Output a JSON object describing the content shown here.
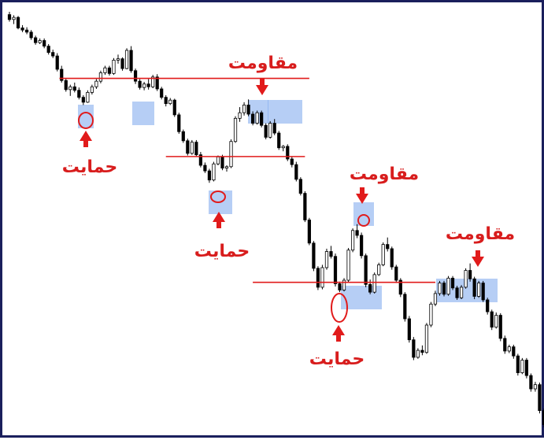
{
  "colors": {
    "frame": "#1a1f5c",
    "bull_body": "#ffffff",
    "bear_body": "#000000",
    "candle_outline": "#000000",
    "level_line": "#e11b1b",
    "zone_fill": "#7aa6ec",
    "annotation": "#d81d1d"
  },
  "labels": {
    "support": "حمايت",
    "resistance": "مقاومت"
  },
  "chart_data": {
    "type": "candlestick",
    "title": "",
    "xlabel": "",
    "ylabel": "",
    "grid": false,
    "legend": "none",
    "ylim": [
      0,
      100
    ],
    "candles": [
      [
        1,
        99.2,
        100.0,
        97.2,
        97.8
      ],
      [
        2,
        97.8,
        99.0,
        96.5,
        98.4
      ],
      [
        3,
        98.4,
        98.8,
        95.0,
        95.4
      ],
      [
        4,
        95.4,
        96.2,
        94.2,
        94.8
      ],
      [
        5,
        94.8,
        95.6,
        93.6,
        94.2
      ],
      [
        6,
        94.2,
        94.8,
        92.0,
        92.6
      ],
      [
        7,
        92.6,
        93.2,
        90.6,
        91.2
      ],
      [
        8,
        91.2,
        92.4,
        90.8,
        91.8
      ],
      [
        9,
        91.8,
        92.4,
        89.6,
        90.2
      ],
      [
        10,
        90.2,
        90.8,
        87.8,
        88.4
      ],
      [
        11,
        88.4,
        89.2,
        86.8,
        87.4
      ],
      [
        12,
        87.4,
        88.2,
        83.0,
        83.6
      ],
      [
        13,
        83.6,
        84.6,
        79.8,
        80.4
      ],
      [
        14,
        80.4,
        81.0,
        77.2,
        77.8
      ],
      [
        15,
        77.8,
        79.2,
        76.0,
        78.6
      ],
      [
        16,
        78.6,
        79.8,
        77.0,
        77.6
      ],
      [
        17,
        77.6,
        78.4,
        75.0,
        75.6
      ],
      [
        18,
        75.6,
        76.2,
        73.4,
        74.2
      ],
      [
        19,
        74.2,
        77.6,
        74.0,
        77.0
      ],
      [
        20,
        77.0,
        79.2,
        76.4,
        78.6
      ],
      [
        21,
        78.6,
        80.8,
        78.0,
        80.2
      ],
      [
        22,
        80.2,
        83.2,
        79.6,
        82.6
      ],
      [
        23,
        82.6,
        84.6,
        82.0,
        84.0
      ],
      [
        24,
        84.0,
        84.6,
        81.8,
        82.4
      ],
      [
        25,
        82.4,
        86.8,
        82.0,
        86.2
      ],
      [
        26,
        86.2,
        87.8,
        85.2,
        86.6
      ],
      [
        27,
        86.6,
        87.0,
        83.2,
        83.8
      ],
      [
        28,
        83.8,
        89.6,
        83.6,
        89.0
      ],
      [
        29,
        89.0,
        90.2,
        82.6,
        83.2
      ],
      [
        30,
        83.2,
        83.8,
        79.4,
        80.2
      ],
      [
        31,
        80.2,
        80.8,
        77.8,
        78.4
      ],
      [
        32,
        78.4,
        80.0,
        77.6,
        79.4
      ],
      [
        33,
        79.4,
        80.8,
        77.8,
        78.6
      ],
      [
        34,
        78.6,
        82.0,
        78.2,
        81.4
      ],
      [
        35,
        81.4,
        82.2,
        77.4,
        78.0
      ],
      [
        36,
        78.0,
        78.6,
        75.0,
        75.6
      ],
      [
        37,
        75.6,
        76.2,
        73.0,
        73.8
      ],
      [
        38,
        73.8,
        75.4,
        73.4,
        74.8
      ],
      [
        39,
        74.8,
        75.2,
        70.0,
        70.6
      ],
      [
        40,
        70.6,
        71.2,
        65.2,
        65.8
      ],
      [
        41,
        65.8,
        66.4,
        62.6,
        63.2
      ],
      [
        42,
        63.2,
        63.8,
        59.0,
        59.6
      ],
      [
        43,
        59.6,
        63.4,
        59.2,
        62.8
      ],
      [
        44,
        62.8,
        63.4,
        58.6,
        59.2
      ],
      [
        45,
        59.2,
        60.0,
        55.6,
        56.2
      ],
      [
        46,
        56.2,
        57.0,
        54.0,
        54.6
      ],
      [
        47,
        54.6,
        55.2,
        51.2,
        52.0
      ],
      [
        48,
        52.0,
        57.2,
        51.6,
        56.6
      ],
      [
        49,
        56.6,
        59.0,
        56.2,
        58.6
      ],
      [
        50,
        58.6,
        59.2,
        54.8,
        55.4
      ],
      [
        51,
        55.4,
        56.2,
        54.4,
        55.8
      ],
      [
        52,
        55.8,
        63.6,
        55.4,
        63.0
      ],
      [
        53,
        63.0,
        70.2,
        62.6,
        69.6
      ],
      [
        54,
        69.6,
        72.8,
        68.6,
        71.2
      ],
      [
        55,
        71.2,
        74.2,
        70.4,
        73.4
      ],
      [
        56,
        73.4,
        75.0,
        70.2,
        70.8
      ],
      [
        57,
        70.8,
        71.6,
        67.6,
        68.2
      ],
      [
        58,
        68.2,
        71.8,
        67.8,
        71.2
      ],
      [
        59,
        71.2,
        71.8,
        67.0,
        67.6
      ],
      [
        60,
        67.6,
        68.2,
        63.6,
        64.2
      ],
      [
        61,
        64.2,
        68.8,
        63.8,
        68.2
      ],
      [
        62,
        68.2,
        69.4,
        64.8,
        65.4
      ],
      [
        63,
        65.4,
        66.0,
        60.6,
        61.2
      ],
      [
        64,
        61.2,
        62.0,
        60.2,
        61.6
      ],
      [
        65,
        61.6,
        62.2,
        57.4,
        58.0
      ],
      [
        66,
        58.0,
        58.6,
        55.6,
        56.4
      ],
      [
        67,
        56.4,
        57.2,
        51.6,
        52.2
      ],
      [
        68,
        52.2,
        52.8,
        47.6,
        48.2
      ],
      [
        69,
        48.2,
        48.8,
        40.0,
        40.6
      ],
      [
        70,
        40.6,
        41.2,
        33.4,
        34.0
      ],
      [
        71,
        34.0,
        34.6,
        26.0,
        26.8
      ],
      [
        72,
        26.8,
        27.4,
        20.6,
        21.4
      ],
      [
        73,
        21.4,
        27.8,
        20.8,
        27.0
      ],
      [
        74,
        27.0,
        32.4,
        26.4,
        31.6
      ],
      [
        75,
        31.6,
        33.2,
        29.6,
        30.2
      ],
      [
        76,
        30.2,
        31.0,
        21.6,
        22.4
      ],
      [
        77,
        22.4,
        23.0,
        20.0,
        20.6
      ],
      [
        78,
        20.6,
        24.0,
        20.2,
        23.4
      ],
      [
        79,
        23.4,
        32.6,
        22.8,
        32.0
      ],
      [
        80,
        32.0,
        38.2,
        31.4,
        37.6
      ],
      [
        81,
        37.6,
        39.4,
        35.4,
        36.2
      ],
      [
        82,
        36.2,
        37.0,
        29.6,
        30.4
      ],
      [
        83,
        30.4,
        31.0,
        21.4,
        22.2
      ],
      [
        84,
        22.2,
        23.6,
        19.4,
        20.0
      ],
      [
        85,
        20.0,
        25.6,
        19.6,
        25.0
      ],
      [
        86,
        25.0,
        28.4,
        24.6,
        27.8
      ],
      [
        87,
        27.8,
        34.2,
        27.4,
        33.6
      ],
      [
        88,
        33.6,
        35.6,
        31.6,
        32.4
      ],
      [
        89,
        32.4,
        33.0,
        26.4,
        27.2
      ],
      [
        90,
        27.2,
        27.8,
        22.6,
        23.4
      ],
      [
        91,
        23.4,
        24.0,
        18.6,
        19.4
      ],
      [
        92,
        19.4,
        20.0,
        11.6,
        12.4
      ],
      [
        93,
        12.4,
        13.2,
        5.6,
        6.4
      ],
      [
        94,
        6.4,
        7.2,
        0.6,
        1.4
      ],
      [
        95,
        1.4,
        4.0,
        1.0,
        3.4
      ],
      [
        96,
        3.4,
        4.8,
        2.0,
        2.8
      ],
      [
        97,
        2.8,
        11.2,
        2.4,
        10.6
      ],
      [
        98,
        10.6,
        17.2,
        10.0,
        16.6
      ],
      [
        99,
        16.6,
        20.4,
        16.0,
        19.6
      ],
      [
        100,
        19.6,
        23.2,
        19.0,
        22.6
      ],
      [
        101,
        22.6,
        23.2,
        18.8,
        19.4
      ],
      [
        102,
        19.4,
        24.6,
        19.0,
        24.0
      ],
      [
        103,
        24.0,
        24.6,
        20.6,
        21.2
      ],
      [
        104,
        21.2,
        21.8,
        17.8,
        18.4
      ],
      [
        105,
        18.4,
        22.0,
        18.0,
        21.4
      ],
      [
        106,
        21.4,
        26.8,
        21.0,
        26.2
      ],
      [
        107,
        26.2,
        28.2,
        23.0,
        23.8
      ],
      [
        108,
        23.8,
        24.4,
        18.0,
        18.8
      ],
      [
        109,
        18.8,
        23.2,
        18.4,
        22.6
      ],
      [
        110,
        22.6,
        23.2,
        17.2,
        17.8
      ],
      [
        111,
        17.8,
        18.4,
        13.6,
        14.4
      ],
      [
        112,
        14.4,
        15.0,
        9.2,
        10.0
      ],
      [
        113,
        10.0,
        14.2,
        9.6,
        13.4
      ],
      [
        114,
        13.4,
        14.0,
        6.0,
        6.8
      ],
      [
        115,
        6.8,
        7.6,
        2.4,
        3.2
      ],
      [
        116,
        3.2,
        5.0,
        2.6,
        4.4
      ],
      [
        117,
        4.4,
        5.0,
        1.0,
        1.8
      ],
      [
        118,
        1.8,
        2.4,
        -3.8,
        -3.0
      ],
      [
        119,
        -3.0,
        1.2,
        -3.4,
        0.6
      ],
      [
        120,
        0.6,
        1.2,
        -4.6,
        -3.8
      ],
      [
        121,
        -3.8,
        -3.2,
        -8.4,
        -7.6
      ],
      [
        122,
        -7.6,
        -5.6,
        -8.4,
        -6.4
      ],
      [
        123,
        -6.4,
        -5.8,
        -14.6,
        -13.8
      ],
      [
        124,
        -13.8,
        -13.2,
        -18.6,
        -17.8
      ]
    ],
    "annotations": [
      {
        "kind": "horizontal_level",
        "y": 81.0,
        "x_from": 12.5,
        "x_to": 70
      },
      {
        "kind": "horizontal_level",
        "y": 58.7,
        "x_from": 37,
        "x_to": 69
      },
      {
        "kind": "horizontal_level",
        "y": 22.8,
        "x_from": 57,
        "x_to": 99
      }
    ]
  }
}
